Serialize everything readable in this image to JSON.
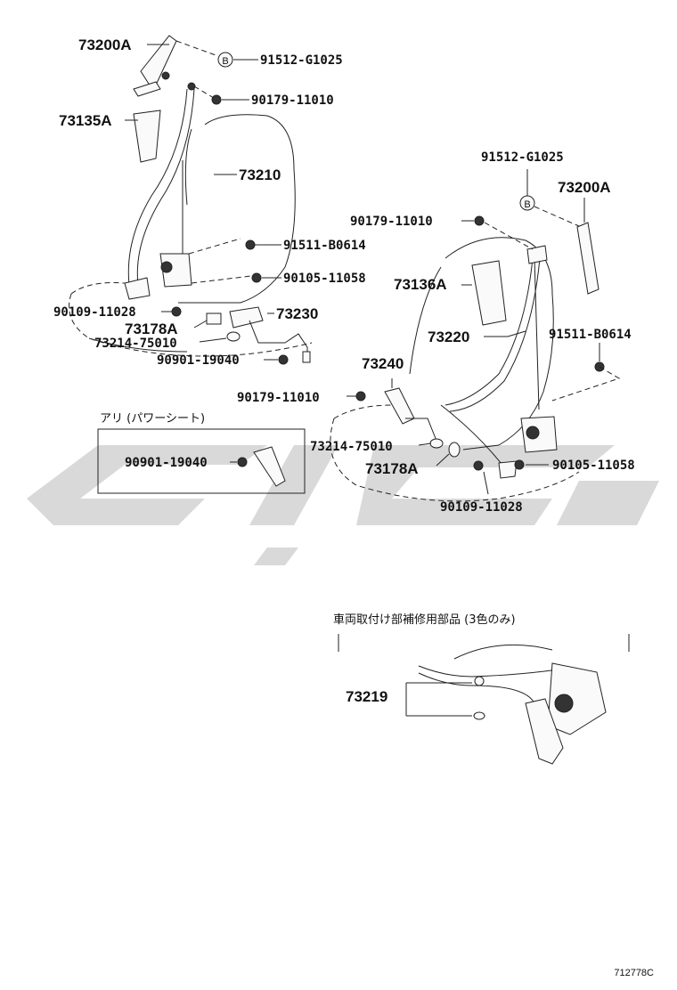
{
  "left_assembly": {
    "anchor_upper": "73200A",
    "bolt_b": "91512-G1025",
    "nut_upper": "90179-11010",
    "cover": "73135A",
    "belt": "73210",
    "bolt_retractor": "91511-B0614",
    "bolt_mid": "90105-11058",
    "bolt_lower": "90109-11028",
    "buckle": "73230",
    "cover_lower": "73178A",
    "spacer": "73214-75010",
    "screw": "90901-19040"
  },
  "inset_power_seat": {
    "title": "アリ (パワーシート)",
    "screw": "90901-19040"
  },
  "right_assembly": {
    "bolt_b": "91512-G1025",
    "anchor_upper": "73200A",
    "nut_upper": "90179-11010",
    "cover": "73136A",
    "belt": "73220",
    "bolt_retractor": "91511-B0614",
    "buckle": "73240",
    "nut_buckle": "90179-11010",
    "spacer": "73214-75010",
    "cover_lower": "73178A",
    "bolt_mid": "90105-11058",
    "bolt_lower": "90109-11028"
  },
  "repair_section": {
    "title": "車両取付け部補修用部品 (3色のみ)",
    "part": "73219"
  },
  "bubble_letter": "B",
  "diagram_id": "712778C"
}
